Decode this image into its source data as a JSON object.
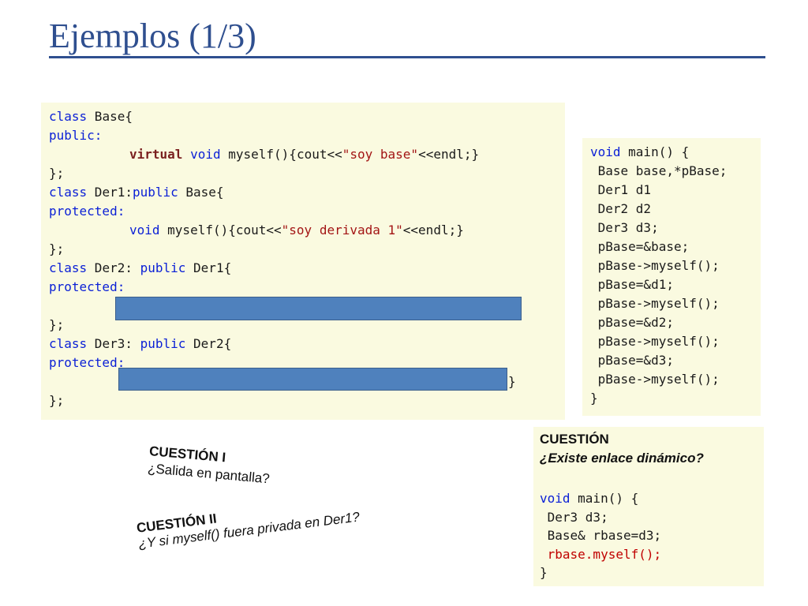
{
  "slide": {
    "title": "Ejemplos (1/3)"
  },
  "code_left": {
    "l1_kw": "class",
    "l1_rest": " Base{",
    "l2": "public:",
    "l3_kw1": "virtual",
    "l3_sp": " ",
    "l3_kw2": "void",
    "l3_pre": " myself(){cout<<",
    "l3_str": "\"soy base\"",
    "l3_post": "<<endl;}",
    "l4": "};",
    "l5_kw": "class",
    "l5_mid": " Der1:",
    "l5_kw2": "public",
    "l5_rest": " Base{",
    "l6": "protected:",
    "l7_kw": "void",
    "l7_pre": " myself(){cout<<",
    "l7_str": "\"soy derivada 1\"",
    "l7_post": "<<endl;}",
    "l8": "};",
    "l9_kw": "class",
    "l9_mid": " Der2: ",
    "l9_kw2": "public",
    "l9_rest": " Der1{",
    "l10": "protected:",
    "l12": "};",
    "l13_kw": "class",
    "l13_mid": " Der3: ",
    "l13_kw2": "public",
    "l13_rest": " Der2{",
    "l14": "protected:",
    "l15_tail": "}",
    "l16": "};"
  },
  "code_main": {
    "lines": [
      "void main() {",
      " Base base,*pBase;",
      " Der1 d1",
      " Der2 d2",
      " Der3 d3;",
      " pBase=&base;",
      " pBase->myself();",
      " pBase=&d1;",
      " pBase->myself();",
      " pBase=&d2;",
      " pBase->myself();",
      " pBase=&d3;",
      " pBase->myself();",
      "}"
    ],
    "kw_void": "void",
    "l1_rest": " main() {"
  },
  "question_1": {
    "title": "CUESTIÓN  I",
    "text": "¿Salida  en pantalla?"
  },
  "question_2": {
    "title": "CUESTIÓN II",
    "text": "¿Y si myself() fuera privada en Der1?"
  },
  "question_box": {
    "title": "CUESTIÓN",
    "question": "¿Existe enlace dinámico?",
    "kw_void": "void",
    "l1_rest": " main() {",
    "l2": " Der3 d3;",
    "l3": " Base& rbase=d3;",
    "l4": " rbase.myself();",
    "l5": "}"
  },
  "colors": {
    "title": "#2f4f8f",
    "code_bg": "#fafae0",
    "keyword": "#0a1fd6",
    "string": "#a31515",
    "cover_box": "#4f81bd",
    "highlight_red": "#c00000"
  }
}
